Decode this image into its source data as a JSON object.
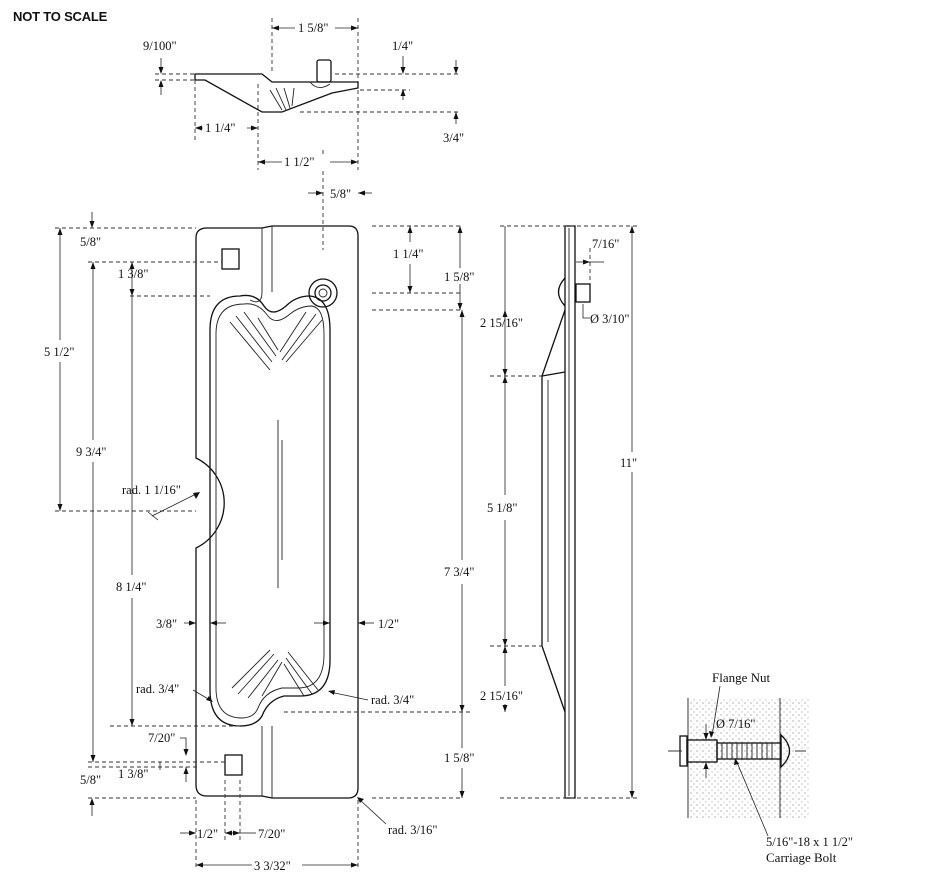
{
  "title": "NOT TO SCALE",
  "top_view": {
    "width": "1 5/8\"",
    "thickness": "9/100\"",
    "pin_height": "1/4\"",
    "left_offset": "1 1/4\"",
    "mid_offset": "1 1/2\"",
    "depth": "3/4\"",
    "pin_offset": "5/8\""
  },
  "front_view": {
    "top_margin": "5/8\"",
    "upper_square": "1 3/8\"",
    "overall_notch": "5 1/2\"",
    "upper_length": "9 3/4\"",
    "notch_radius": "rad. 1 1/16\"",
    "lower_length": "8 1/4\"",
    "left_inset": "3/8\"",
    "right_inset": "1/2\"",
    "lower_left_radius": "rad. 3/4\"",
    "lower_right_radius": "rad. 3/4\"",
    "small_gap": "7/20\"",
    "lower_square": "1 3/8\"",
    "bottom_margin": "5/8\"",
    "corner_radius": "rad. 3/16\"",
    "bottom_left": "1/2\"",
    "bottom_mid": "7/20\"",
    "overall_width": "3 3/32\"",
    "bolt_offset": "1 1/4\"",
    "bolt_span": "1 5/8\""
  },
  "side_view": {
    "span_upper": "2 15/16\"",
    "span_mid": "5 1/8\"",
    "span_lower": "2 15/16\"",
    "span_long": "7 3/4\"",
    "span_bottom": "1 5/8\"",
    "overall_height": "11\"",
    "pin_length": "7/16\"",
    "pin_diameter": "Ø 3/10\""
  },
  "detail": {
    "flange_nut": "Flange Nut",
    "nut_diameter": "Ø 7/16\"",
    "bolt_spec": "5/16\"-18 x 1 1/2\"",
    "bolt_name": "Carriage Bolt"
  }
}
